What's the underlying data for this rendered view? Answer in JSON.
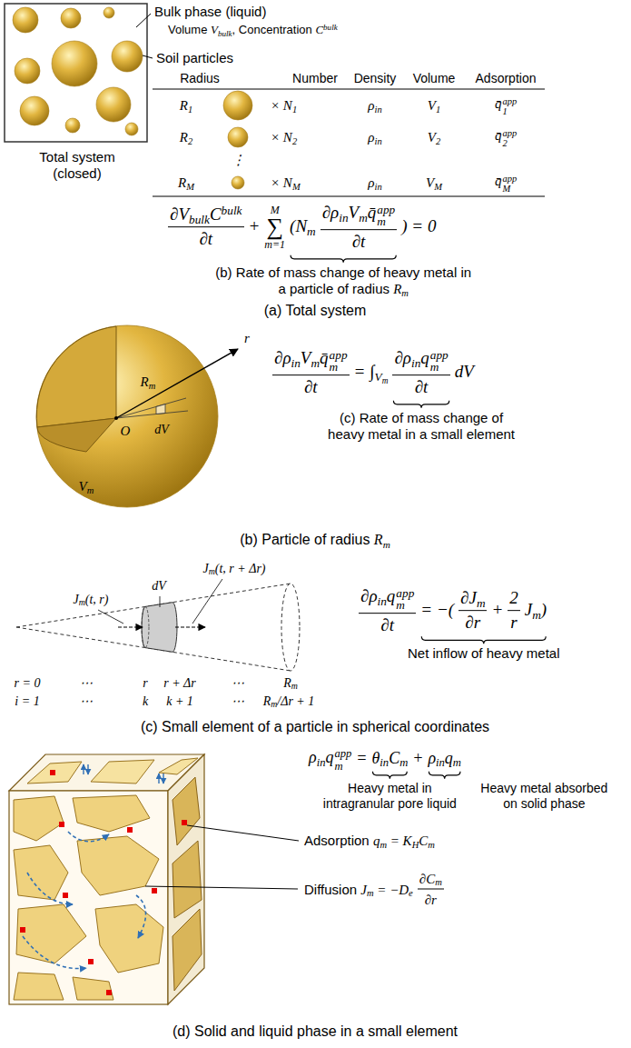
{
  "diagram": {
    "labels": [
      "Bulk phase (liquid)",
      "Volume Vbulk, Concentration Cbulk",
      "Soil particles",
      "Total system (closed)",
      "Radius",
      "Number",
      "Density",
      "Volume",
      "Adsorption",
      "R1",
      "× N1",
      "ρin",
      "V1",
      "q̄1app",
      "R2",
      "× N2",
      "ρin",
      "V2",
      "q̄2app",
      "⋮",
      "RM",
      "× NM",
      "ρin",
      "VM",
      "q̄Mapp",
      "∂VbulkCbulk",
      "∂t",
      "+",
      "M",
      "∑",
      "m=1",
      "(Nm",
      "∂ρinVmq̄mapp",
      "∂t",
      ") = 0",
      "(b) Rate of mass change of heavy metal in a particle of radius Rm",
      "(a) Total system",
      "r",
      "O",
      "dV",
      "Rm",
      "Vm",
      "∂ρinVmq̄mapp",
      "∂t",
      "=",
      "∫Vm",
      "∂ρinqmapp",
      "∂t",
      "dV",
      "(c) Rate of mass change of heavy metal in a small element",
      "(b) Particle of radius Rm",
      "dV",
      "Jm(t, r)",
      "Jm(t, r + Δr)",
      "r = 0",
      "⋯",
      "r",
      "r + Δr",
      "⋯",
      "Rm",
      "i = 1",
      "⋯",
      "k",
      "k + 1",
      "⋯",
      "Rm/Δr + 1",
      "∂ρinqmapp",
      "∂t",
      "= −(",
      "∂Jm",
      "∂r",
      "+",
      "2",
      "r",
      "Jm)",
      "Net inflow of heavy metal",
      "(c) Small element of a particle in spherical coordinates",
      "ρinqmapp",
      "=",
      "θinCm",
      "+",
      "ρinqm",
      "Heavy metal in intragranular pore liquid",
      "Heavy metal absorbed on solid phase",
      "Adsorption qm = KHCm",
      "Diffusion Jm = −De",
      "∂Cm",
      "∂r",
      "(d) Solid and liquid phase in a small element"
    ]
  }
}
